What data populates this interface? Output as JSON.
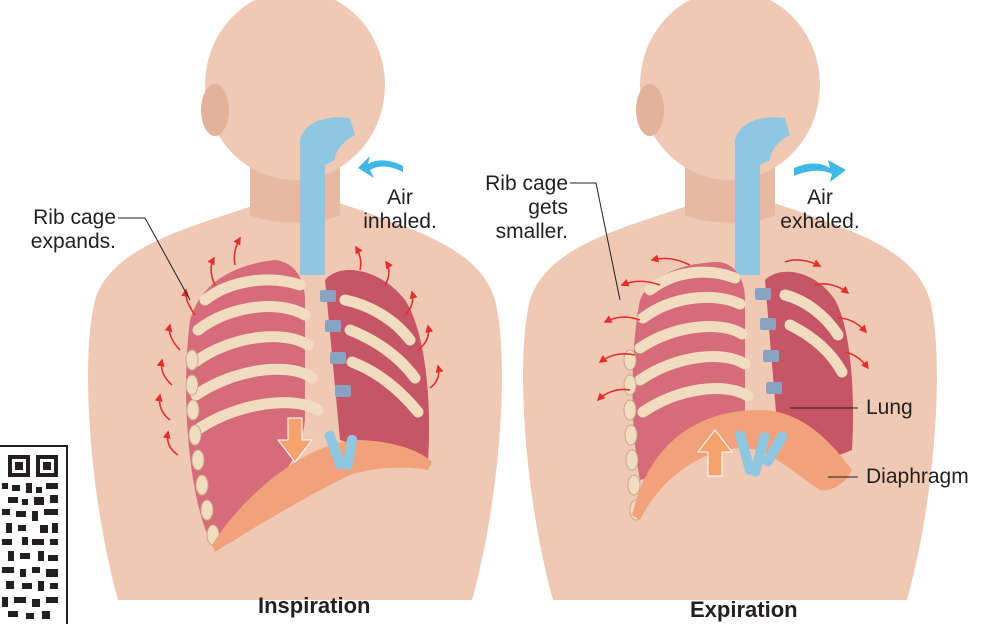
{
  "panels": [
    {
      "caption": "Inspiration",
      "rib_label": "Rib cage\nexpands.",
      "air_label": "Air\ninhaled."
    },
    {
      "caption": "Expiration",
      "rib_label": "Rib cage\ngets\nsmaller.",
      "air_label": "Air\nexhaled.",
      "lung_label": "Lung",
      "diaphragm_label": "Diaphragm"
    }
  ],
  "colors": {
    "skin": "#efc9b4",
    "skin_shadow": "#ddab95",
    "airway": "#8fc7e0",
    "lung": "#d66b7a",
    "lung_light": "#e99aa3",
    "rib": "#f2dcc0",
    "diaphragm": "#f2a27a",
    "air_arrow": "#3fb8e8",
    "motion_arrow": "#e62e2e",
    "move_arrow": "#f5a26c"
  },
  "icons": [
    "air-inhaled-arrow-icon",
    "air-exhaled-arrow-icon",
    "diaphragm-down-arrow-icon",
    "diaphragm-up-arrow-icon",
    "qr-code-icon"
  ]
}
